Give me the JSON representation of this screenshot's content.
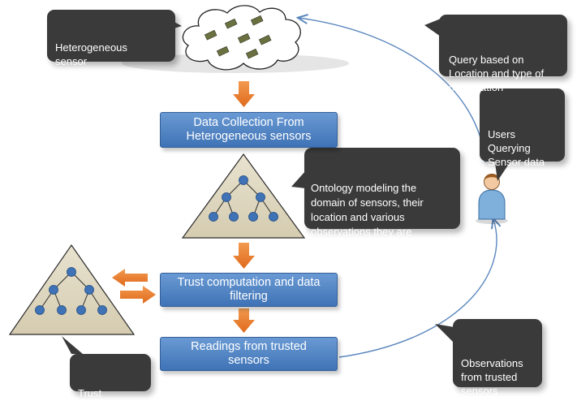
{
  "callouts": {
    "heterogeneous": "Heterogeneous\nsensor\nnetworks",
    "query": "Query based on\nLocation and type of\nobservation",
    "users": "Users\nQuerying\nSensor data",
    "ontology": "Ontology modeling the\ndomain of sensors,  their\nlocation and various\nobservations  they are\ncapable of making.",
    "observations": "Observations\nfrom  trusted\nsensors",
    "trust_ontology": "Trust\nontology"
  },
  "process": {
    "data_collection": "Data Collection From\nHeterogeneous sensors",
    "trust_computation": "Trust computation and data\nfiltering",
    "readings": "Readings from trusted\nsensors"
  },
  "icons": [
    "sensor-cloud-icon",
    "user-icon",
    "ontology-tree-icon",
    "trust-ontology-tree-icon"
  ],
  "colors": {
    "callout_bg": "#3a3a3a",
    "process_box": "#4a7fc1",
    "arrow": "#e8782a",
    "triangle": "#ddd6bf",
    "node": "#3f73b6",
    "curve": "#5a86bd"
  }
}
